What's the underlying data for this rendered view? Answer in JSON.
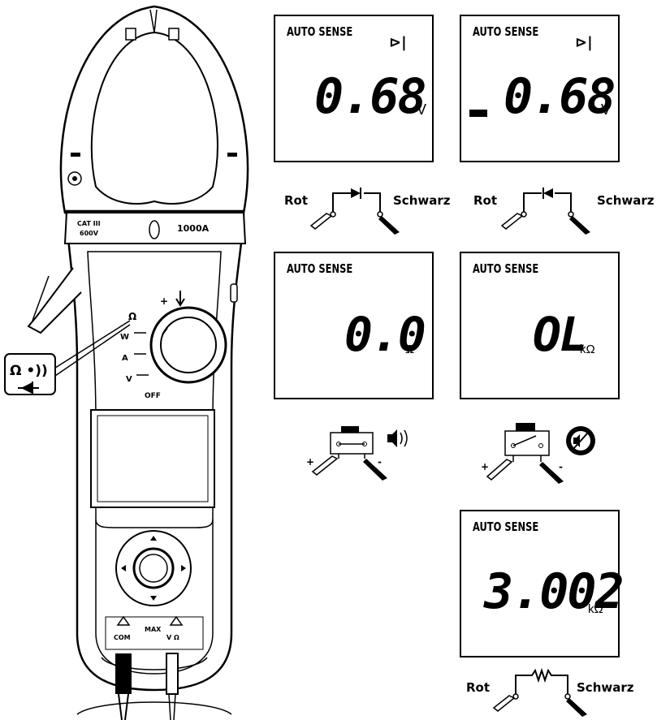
{
  "meter": {
    "range_label": "1000A",
    "legend_symbols": "Ω •))",
    "switch_positions": [
      "W",
      "A",
      "V",
      "OFF"
    ]
  },
  "panels": [
    {
      "header": "AUTO SENSE",
      "symbol": "⊳|",
      "reading": "0.68",
      "unit": "V",
      "negative": false
    },
    {
      "header": "AUTO SENSE",
      "symbol": "⊳|",
      "reading": "0.68",
      "unit": "V",
      "negative": true
    },
    {
      "header": "AUTO SENSE",
      "reading": "0.0",
      "unit": "Ω"
    },
    {
      "header": "AUTO SENSE",
      "reading": "OL",
      "unit": "kΩ"
    },
    {
      "header": "AUTO SENSE",
      "reading": "3.002",
      "unit": "kΩ"
    }
  ],
  "captions": {
    "red": "Rot",
    "black": "Schwarz"
  }
}
